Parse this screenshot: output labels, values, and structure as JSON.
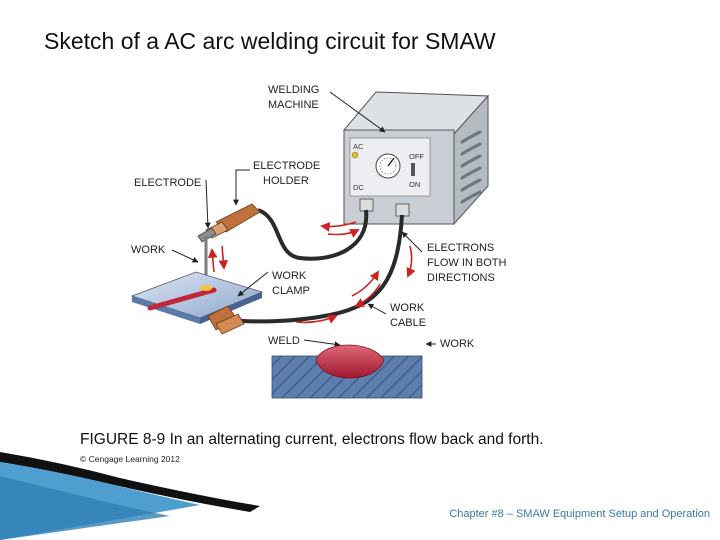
{
  "slide": {
    "title": "Sketch of a AC arc welding circuit for SMAW",
    "caption": "FIGURE 8-9 In an alternating current, electrons flow back and forth.",
    "credit": "© Cengage Learning 2012",
    "footer": "Chapter #8 – SMAW Equipment Setup and Operation"
  },
  "diagram": {
    "labels": {
      "welding_machine_1": "WELDING",
      "welding_machine_2": "MACHINE",
      "electrode_holder_1": "ELECTRODE",
      "electrode_holder_2": "HOLDER",
      "electrode": "ELECTRODE",
      "work_upper": "WORK",
      "electrons_1": "ELECTRONS",
      "electrons_2": "FLOW IN BOTH",
      "electrons_3": "DIRECTIONS",
      "work_clamp_1": "WORK",
      "work_clamp_2": "CLAMP",
      "work_cable_1": "WORK",
      "work_cable_2": "CABLE",
      "weld": "WELD",
      "work_lower": "WORK"
    },
    "machine_switch": {
      "ac": "AC",
      "dc": "DC",
      "off": "OFF",
      "on": "ON"
    }
  },
  "colors": {
    "machine_gray": "#c9ced4",
    "cable": "#2a2a2a",
    "arrow_red": "#cc2222",
    "plate_blue": "#6d8fbf",
    "weld_red": "#c0283a",
    "holder_copper": "#c0703a",
    "footer_blue": "#3a78a8"
  }
}
